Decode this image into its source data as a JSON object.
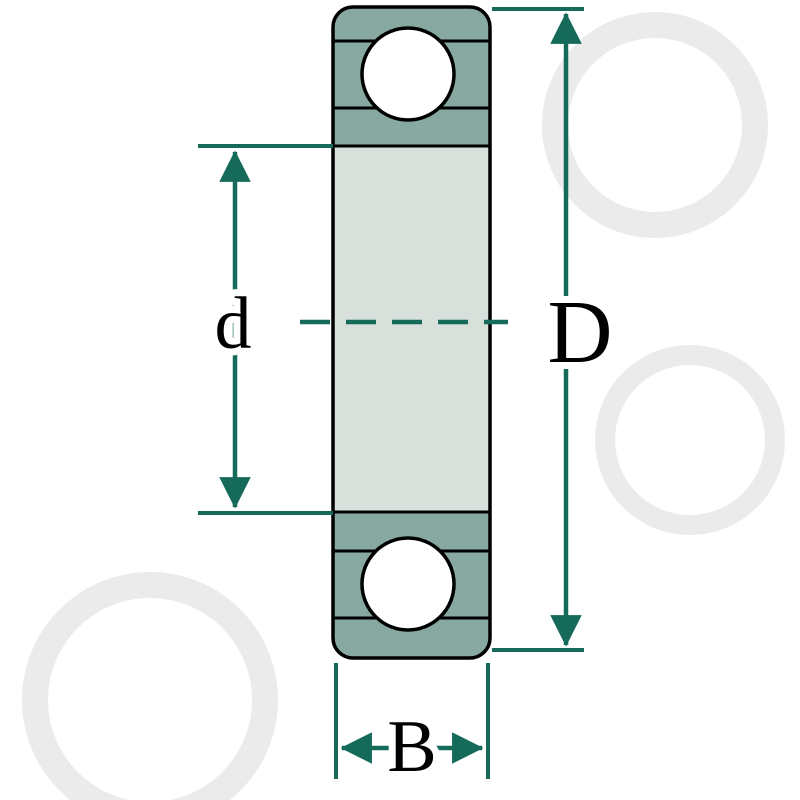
{
  "diagram": {
    "labels": {
      "bore_diameter": "d",
      "outer_diameter": "D",
      "width": "B"
    },
    "colors": {
      "dimension_line": "#156A5A",
      "outline": "#000000",
      "ring_fill": "#87A9A1",
      "body_fill": "#D8E0DC",
      "ball_fill": "#FFFFFF",
      "watermark": "#EBEBEB",
      "background": "#FFFFFF"
    }
  }
}
